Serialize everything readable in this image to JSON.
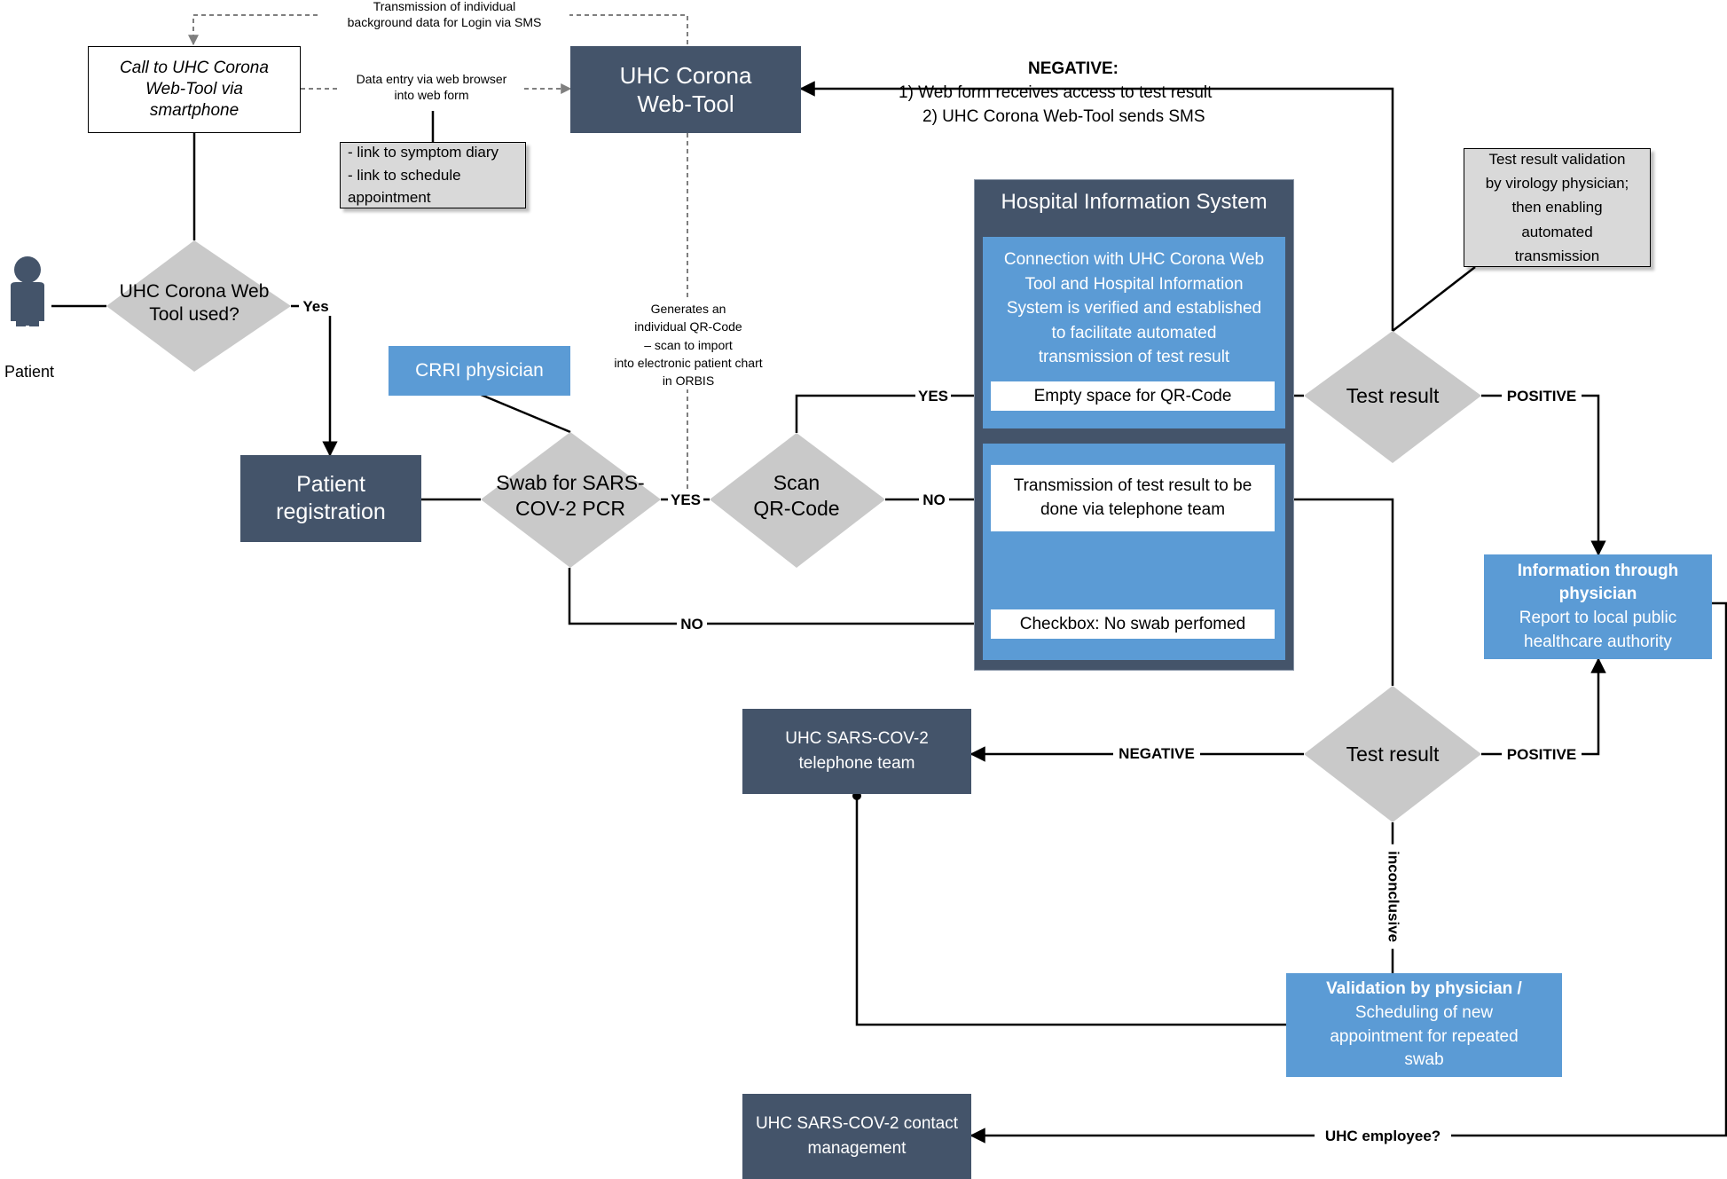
{
  "nodes": {
    "call_webtool": "Call to UHC Corona\nWeb-Tool via\nsmartphone",
    "webtool": "UHC Corona\nWeb-Tool",
    "links_box": "- link to symptom diary\n- link to schedule\nappointment",
    "patient_label": "Patient",
    "q_webtool_used": "UHC Corona Web\nTool used?",
    "patient_registration": "Patient\nregistration",
    "crri_physician": "CRRI physician",
    "q_swab": "Swab for SARS-\nCOV-2 PCR",
    "q_scan": "Scan\nQR-Code",
    "his_title": "Hospital Information System",
    "his_connection": "Connection with UHC Corona Web\nTool and Hospital Information\nSystem is verified and established\nto facilitate automated\ntransmission of test result",
    "his_qr_space": "Empty space for QR-Code",
    "his_telephone": "Transmission of test result to be\ndone via telephone team",
    "his_checkbox": "Checkbox: No swab perfomed",
    "q_test_result_1": "Test result",
    "q_test_result_2": "Test result",
    "validation_virology": "Test result validation\nby virology physician;\nthen enabling\nautomated\ntransmission",
    "info_physician_bold": "Information through\nphysician",
    "info_physician_rest": "Report to local public\nhealthcare authority",
    "telephone_team": "UHC SARS-COV-2\ntelephone team",
    "validation_physician_bold": "Validation by physician /",
    "validation_physician_rest": "Scheduling of new\nappointment for repeated\nswab",
    "contact_management": "UHC SARS-COV-2 contact\nmanagement"
  },
  "edge_labels": {
    "transmission_sms": "Transmission of individual\nbackground data for Login via SMS",
    "data_entry": "Data entry via web browser\ninto web form",
    "generates_qr": "Generates an\nindividual QR-Code\n– scan to import\ninto electronic patient chart\nin ORBIS",
    "negative_title": "NEGATIVE:",
    "negative_1": "1)  Web form receives access to test result",
    "negative_2": "2) UHC Corona Web-Tool sends SMS",
    "yes_1": "Yes",
    "yes_2": "YES",
    "yes_3": "YES",
    "no_1": "NO",
    "no_2": "NO",
    "positive_1": "POSITIVE",
    "positive_2": "POSITIVE",
    "negative_lower": "NEGATIVE",
    "inconclusive": "inconclusive",
    "uhc_employee": "UHC employee?"
  },
  "colors": {
    "dark_node": "#44546a",
    "blue_node": "#5b9bd5",
    "decision": "#c9c9c9",
    "grey_note": "#d9d9d9",
    "line": "#000000",
    "dashed": "#7f7f7f"
  }
}
